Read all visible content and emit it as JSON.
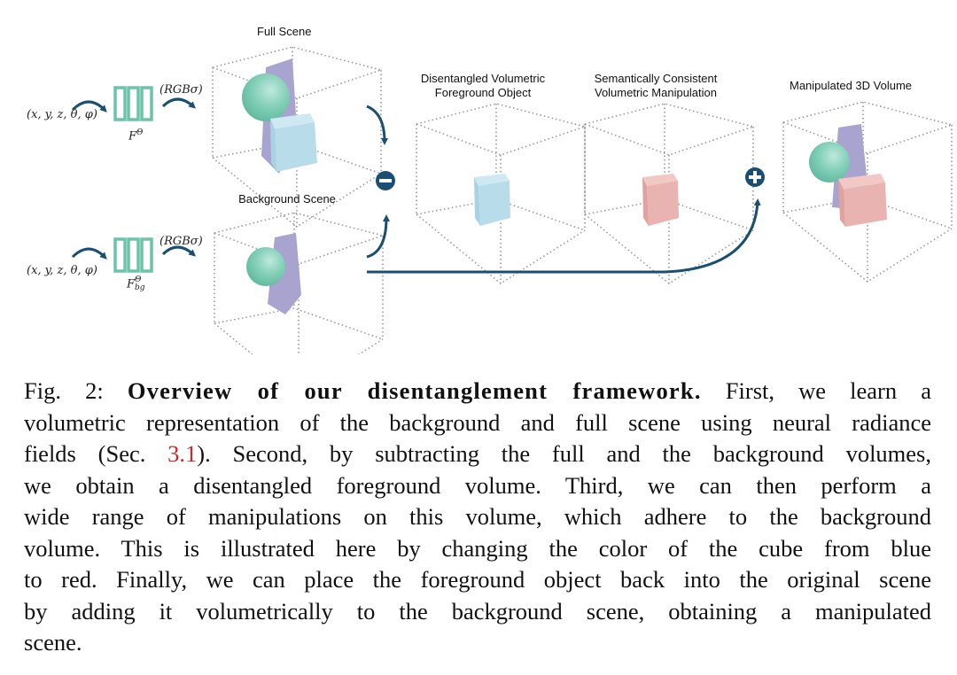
{
  "figure": {
    "inputs": {
      "top": "(x, y, z, θ, φ)",
      "bottom": "(x, y, z, θ, φ)"
    },
    "networks": {
      "top": {
        "base": "F",
        "sup": "Θ",
        "sub": ""
      },
      "bottom": {
        "base": "F",
        "sup": "Θ",
        "sub": "bg"
      }
    },
    "outputs": {
      "top": "(RGBσ)",
      "bottom": "(RGBσ)"
    },
    "panels": {
      "full_scene": "Full Scene",
      "background_scene": "Background Scene",
      "foreground_line1": "Disentangled Volumetric",
      "foreground_line2": "Foreground Object",
      "manipulation_line1": "Semantically Consistent",
      "manipulation_line2": "Volumetric Manipulation",
      "result": "Manipulated 3D Volume"
    },
    "operators": {
      "minus": "minus-icon",
      "plus": "plus-icon"
    },
    "colors": {
      "arrow": "#1b4f72",
      "network": "#6cc4a8",
      "sphere": "#7fcfb8",
      "prism": "#a9a3cf",
      "cube_blue": "#b9dcea",
      "cube_red": "#e8b3b0",
      "ref": "#cc2a2a"
    }
  },
  "caption": {
    "fig_label": "Fig. 2:",
    "title": "Overview of our disentanglement framework.",
    "lines": [
      "First, we learn a",
      "volumetric representation of the background and full scene using neural radiance",
      "fields (Sec. ",
      "). Second, by subtracting the full and the background volumes,",
      "we obtain a disentangled foreground volume. Third, we can then perform a",
      "wide range of manipulations on this volume, which adhere to the background",
      "volume. This is illustrated here by changing the color of the cube from blue",
      "to red. Finally, we can place the foreground object back into the original scene",
      "by adding it volumetrically to the background scene, obtaining a manipulated",
      "scene."
    ],
    "section_ref": "3.1"
  }
}
